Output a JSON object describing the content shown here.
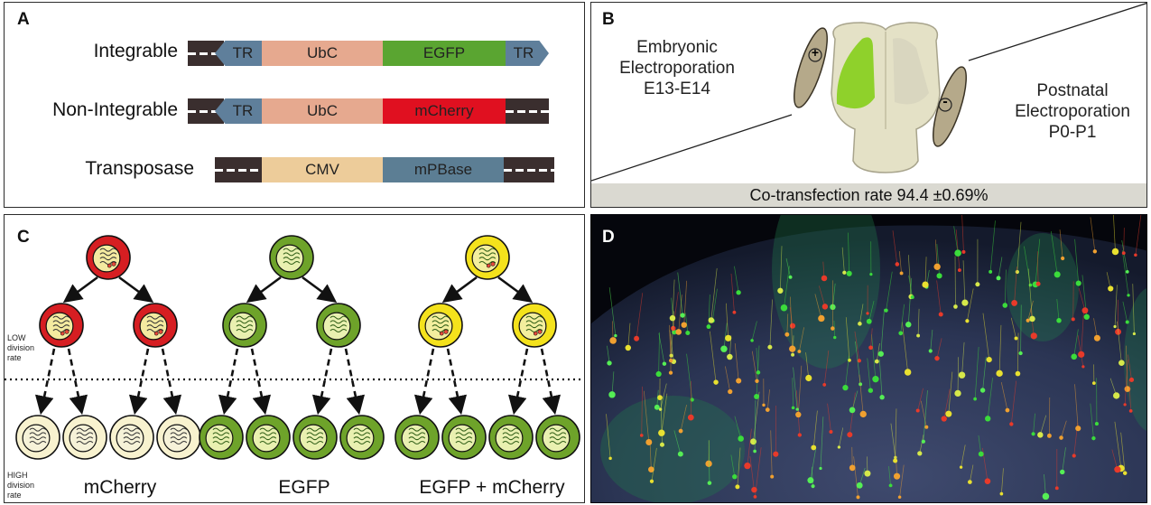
{
  "panels": {
    "a": {
      "label": "A",
      "rows": [
        {
          "name": "Integrable",
          "segments": [
            "TR",
            "UbC",
            "EGFP",
            "TR"
          ]
        },
        {
          "name": "Non-Integrable",
          "segments": [
            "TR",
            "UbC",
            "mCherry"
          ]
        },
        {
          "name": "Transposase",
          "segments": [
            "CMV",
            "mPBase"
          ]
        }
      ]
    },
    "b": {
      "label": "B",
      "left_text": [
        "Embryonic",
        "Electroporation",
        "E13-E14"
      ],
      "right_text": [
        "Postnatal",
        "Electroporation",
        "P0-P1"
      ],
      "plus": "+",
      "minus": "-",
      "footer": "Co-transfection rate 94.4 ±0.69%"
    },
    "c": {
      "label": "C",
      "low_rate": [
        "LOW",
        "division",
        "rate"
      ],
      "high_rate": [
        "HIGH",
        "division",
        "rate"
      ],
      "groups": [
        "mCherry",
        "EGFP",
        "EGFP + mCherry"
      ]
    },
    "d": {
      "label": "D"
    }
  },
  "colors": {
    "tr": "#5f7f9b",
    "ubc": "#e6a98f",
    "egfp": "#5aa531",
    "mcherry": "#e01020",
    "cmv": "#edcc9a",
    "mpbase": "#5c7e94",
    "backbone": "#3a2e2e",
    "red_cell": "#d61e22",
    "green_cell": "#6ea32a",
    "yellow_cell": "#f4e21c",
    "pale_cell": "#f8f2cf"
  }
}
